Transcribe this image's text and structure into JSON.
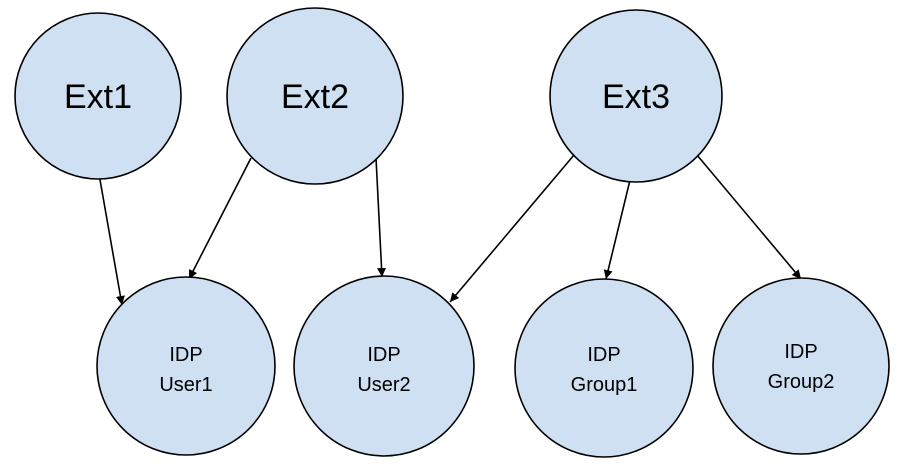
{
  "colors": {
    "node_fill": "#cfe0f3",
    "stroke": "#000000"
  },
  "nodes": {
    "ext1": {
      "label": "Ext1"
    },
    "ext2": {
      "label": "Ext2"
    },
    "ext3": {
      "label": "Ext3"
    },
    "idp_user1": {
      "line1": "IDP",
      "line2": "User1"
    },
    "idp_user2": {
      "line1": "IDP",
      "line2": "User2"
    },
    "idp_group1": {
      "line1": "IDP",
      "line2": "Group1"
    },
    "idp_group2": {
      "line1": "IDP",
      "line2": "Group2"
    }
  },
  "edges": [
    {
      "from": "ext1",
      "to": "idp_user1"
    },
    {
      "from": "ext2",
      "to": "idp_user1"
    },
    {
      "from": "ext2",
      "to": "idp_user2"
    },
    {
      "from": "ext3",
      "to": "idp_user2"
    },
    {
      "from": "ext3",
      "to": "idp_group1"
    },
    {
      "from": "ext3",
      "to": "idp_group2"
    }
  ]
}
